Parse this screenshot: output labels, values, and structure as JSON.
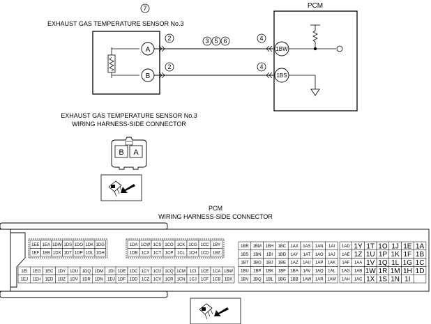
{
  "figure_ref": "7",
  "sensor_title": "EXHAUST GAS TEMPERATURE SENSOR No.3",
  "pcm_label": "PCM",
  "sensor_terminals": [
    "A",
    "B"
  ],
  "pcm_terminals": [
    "1BW",
    "1BS"
  ],
  "wire_markers": {
    "sensor_a": "2",
    "sensor_b": "2",
    "mid_a": [
      "3",
      "5",
      "6"
    ],
    "pcm_a": "4",
    "pcm_b": "4"
  },
  "sensor_connector": {
    "title_line1": "EXHAUST GAS TEMPERATURE SENSOR No.3",
    "title_line2": "WIRING HARNESS-SIDE CONNECTOR",
    "pins": [
      "B",
      "A"
    ]
  },
  "pcm_connector": {
    "title_line1": "PCM",
    "title_line2": "WIRING HARNESS-SIDE CONNECTOR",
    "block1": {
      "top": [
        [
          "1EE",
          "1EA",
          "1DW",
          "1DS",
          "1DO",
          "1DK",
          "1DG"
        ],
        [
          "1EF",
          "1EB",
          "1DX",
          "1DT",
          "1DP",
          "1DL",
          "1DH"
        ]
      ],
      "bottom": [
        [
          "1EI",
          "1EG",
          "1EC",
          "1DY",
          "1DU",
          "1DQ",
          "1DM",
          "1DI"
        ],
        [
          "1EJ",
          "1EH",
          "1ED",
          "1DZ",
          "1DV",
          "1DR",
          "1DN",
          "1DJ"
        ]
      ]
    },
    "block2": {
      "top": [
        [
          "1DA",
          "1CW",
          "1CS",
          "1CO",
          "1CK",
          "1CG",
          "1CC",
          "1BY"
        ],
        [
          "1DB",
          "1CX",
          "1CT",
          "1CP",
          "1CL",
          "1CH",
          "1CD",
          "1BZ"
        ]
      ],
      "bottom": [
        [
          "1DE",
          "1DC",
          "1CY",
          "1CU",
          "1CQ",
          "1CM",
          "1CI",
          "1CE",
          "1CA",
          "1BW"
        ],
        [
          "1DF",
          "1DD",
          "1CZ",
          "1CV",
          "1CR",
          "1CN",
          "1CJ",
          "1CF",
          "1CB",
          "1BX"
        ]
      ]
    },
    "block3": [
      [
        "1BR",
        "1BM",
        "1BH",
        "1BC",
        "1AX",
        "1AS",
        "1AN",
        "1AI"
      ],
      [
        "1BS",
        "1BN",
        "1BI",
        "1BD",
        "1AY",
        "1AT",
        "1AO",
        "1AJ"
      ],
      [
        "1BT",
        "1BO",
        "1BJ",
        "1BE",
        "1AZ",
        "1AU",
        "1AP",
        "1AK"
      ],
      [
        "1BU",
        "1BP",
        "1BK",
        "1BF",
        "1BA",
        "1AV",
        "1AQ",
        "1AL"
      ],
      [
        "1BV",
        "1BQ",
        "1BL",
        "1BG",
        "1BB",
        "1AW",
        "1AR",
        "1AM"
      ]
    ],
    "block4": [
      [
        "1AD",
        "1Y",
        "1T",
        "1O",
        "1J",
        "1E",
        "1A"
      ],
      [
        "1AE",
        "1Z",
        "1U",
        "1P",
        "1K",
        "1F",
        "1B"
      ],
      [
        "1AF",
        "1AA",
        "1V",
        "1Q",
        "1L",
        "1G",
        "1C"
      ],
      [
        "1AG",
        "1AB",
        "1W",
        "1R",
        "1M",
        "1H",
        "1D"
      ],
      [
        "1AH",
        "1AC",
        "1X",
        "1S",
        "1N",
        "1I",
        ""
      ]
    ]
  }
}
